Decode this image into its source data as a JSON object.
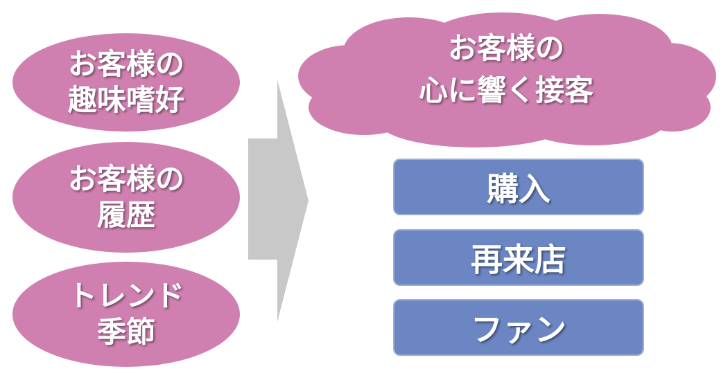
{
  "inputs": [
    {
      "line1": "お客様の",
      "line2": "趣味嗜好"
    },
    {
      "line1": "お客様の",
      "line2": "履歴"
    },
    {
      "line1": "トレンド",
      "line2": "季節"
    }
  ],
  "goal": {
    "line1": "お客様の",
    "line2": "心に響く接客"
  },
  "outcomes": [
    "購入",
    "再来店",
    "ファン"
  ],
  "colors": {
    "pink": "#d080b0",
    "blue": "#6b86c3",
    "arrow": "#c8c8c8"
  }
}
